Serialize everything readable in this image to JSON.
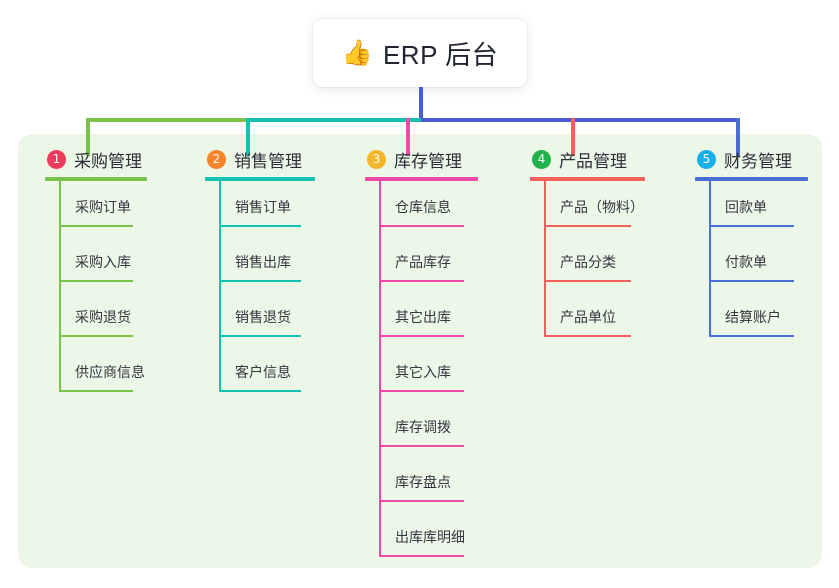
{
  "root": {
    "icon": "thumbs-up-icon",
    "emoji": "👍",
    "title": "ERP 后台"
  },
  "palette": {
    "panel_bg": "#ecf7e8",
    "stem": "#4a5bd4",
    "bus_green": "#7cc24a",
    "bus_teal": "#13c2b0",
    "bus_blue": "#4a5bd4"
  },
  "columns": [
    {
      "index": "1",
      "title": "采购管理",
      "badge_color": "#ef3b5b",
      "line_color": "#7cc24a",
      "items": [
        "采购订单",
        "采购入库",
        "采购退货",
        "供应商信息"
      ]
    },
    {
      "index": "2",
      "title": "销售管理",
      "badge_color": "#f5842a",
      "line_color": "#13c2b0",
      "items": [
        "销售订单",
        "销售出库",
        "销售退货",
        "客户信息"
      ]
    },
    {
      "index": "3",
      "title": "库存管理",
      "badge_color": "#f5b52a",
      "line_color": "#ef4aa8",
      "items": [
        "仓库信息",
        "产品库存",
        "其它出库",
        "其它入库",
        "库存调拨",
        "库存盘点",
        "出库库明细"
      ]
    },
    {
      "index": "4",
      "title": "产品管理",
      "badge_color": "#21b24b",
      "line_color": "#f4605c",
      "items": [
        "产品（物料）",
        "产品分类",
        "产品单位"
      ]
    },
    {
      "index": "5",
      "title": "财务管理",
      "badge_color": "#19b0e8",
      "line_color": "#4a6fd4",
      "items": [
        "回款单",
        "付款单",
        "结算账户"
      ]
    }
  ]
}
